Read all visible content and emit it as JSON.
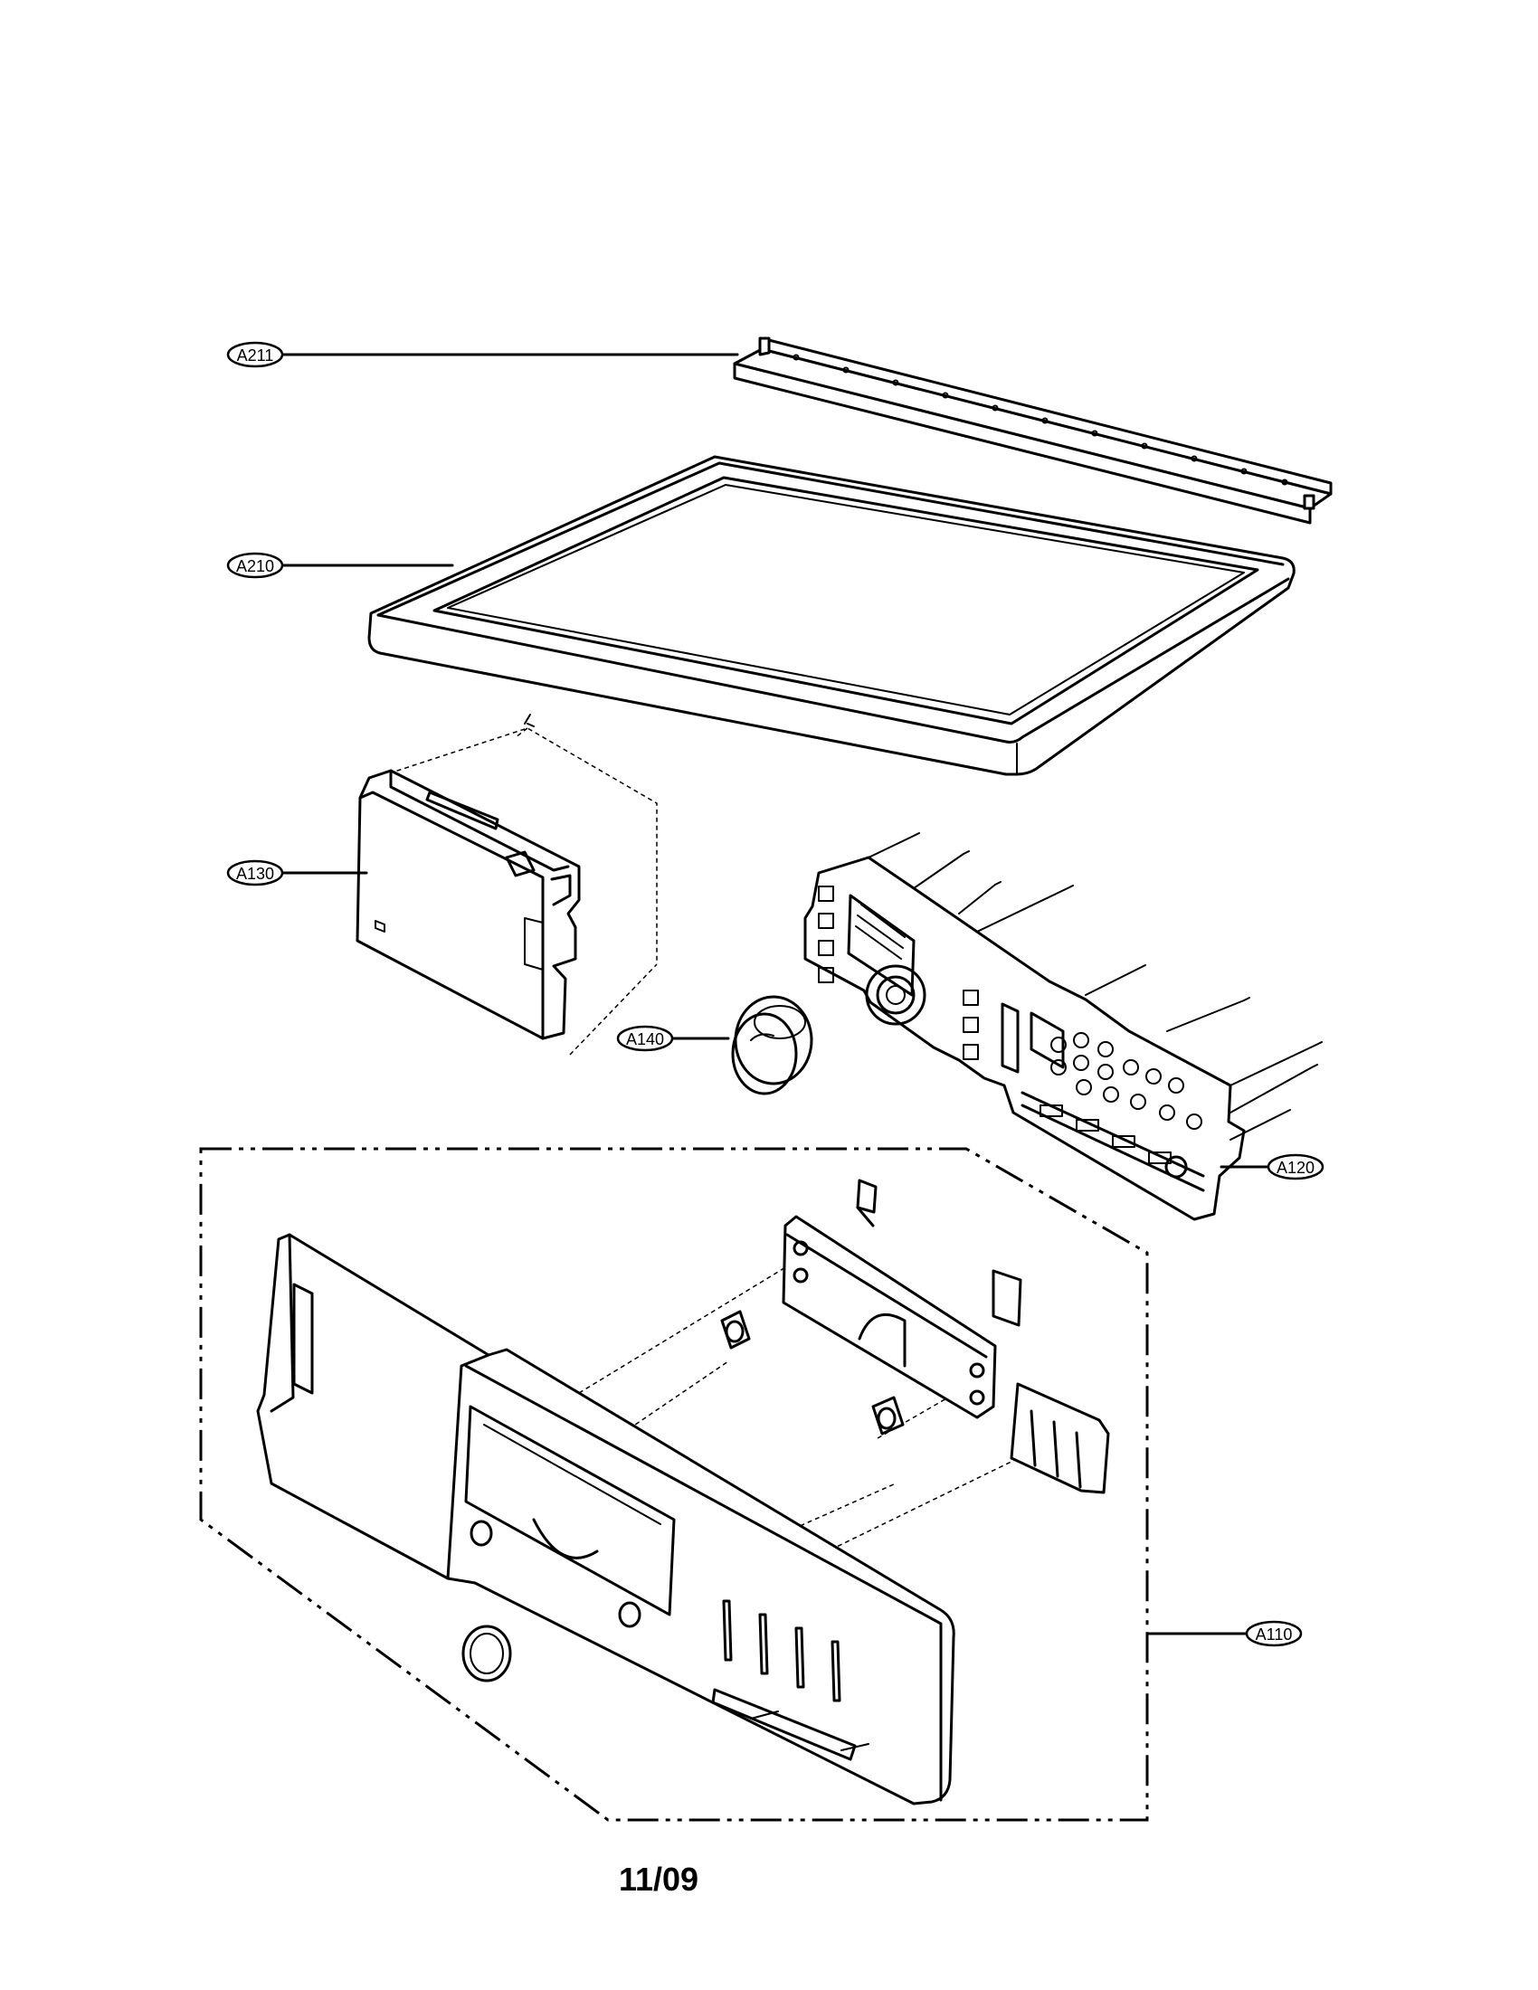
{
  "callouts": {
    "a211": "A211",
    "a210": "A210",
    "a130": "A130",
    "a140": "A140",
    "a120": "A120",
    "a110": "A110"
  },
  "footer": {
    "date": "11/09"
  }
}
